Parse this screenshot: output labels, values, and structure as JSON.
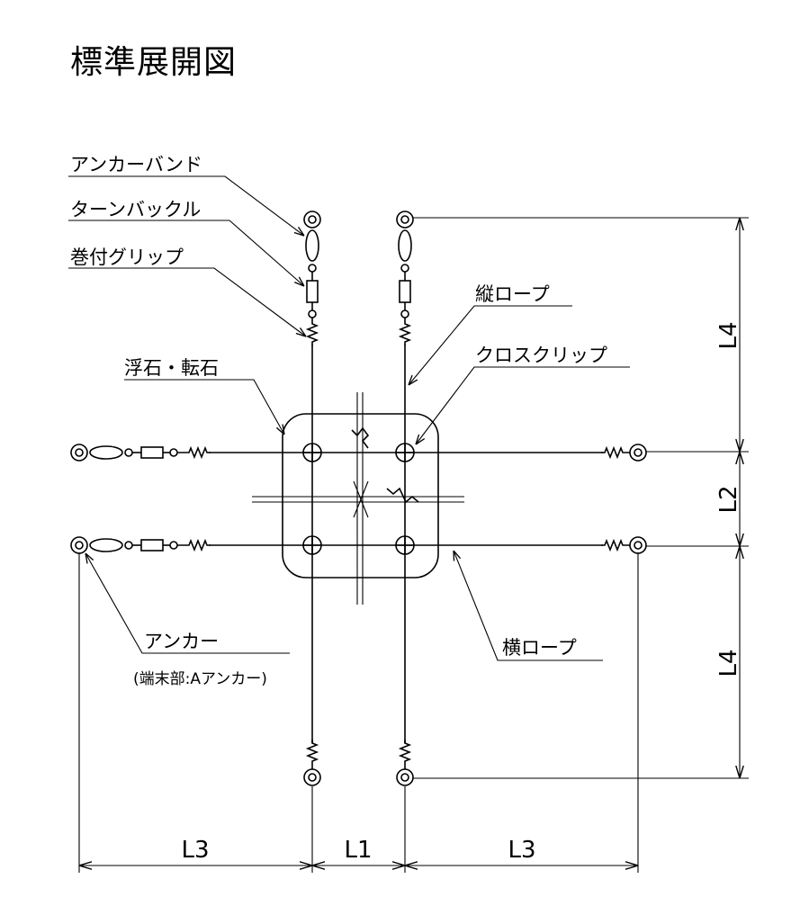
{
  "title": "標準展開図",
  "labels": {
    "anchor_band": "アンカーバンド",
    "turnbuckle": "ターンバックル",
    "wrap_grip": "巻付グリップ",
    "vertical_rope": "縦ロープ",
    "floating_stone": "浮石・転石",
    "cross_clip": "クロスクリップ",
    "anchor": "アンカー",
    "anchor_note": "(端末部:Aアンカー)",
    "horizontal_rope": "横ロープ"
  },
  "dimensions": {
    "l1": "L1",
    "l2": "L2",
    "l3_left": "L3",
    "l3_right": "L3",
    "l4_top": "L4",
    "l4_bottom": "L4"
  }
}
